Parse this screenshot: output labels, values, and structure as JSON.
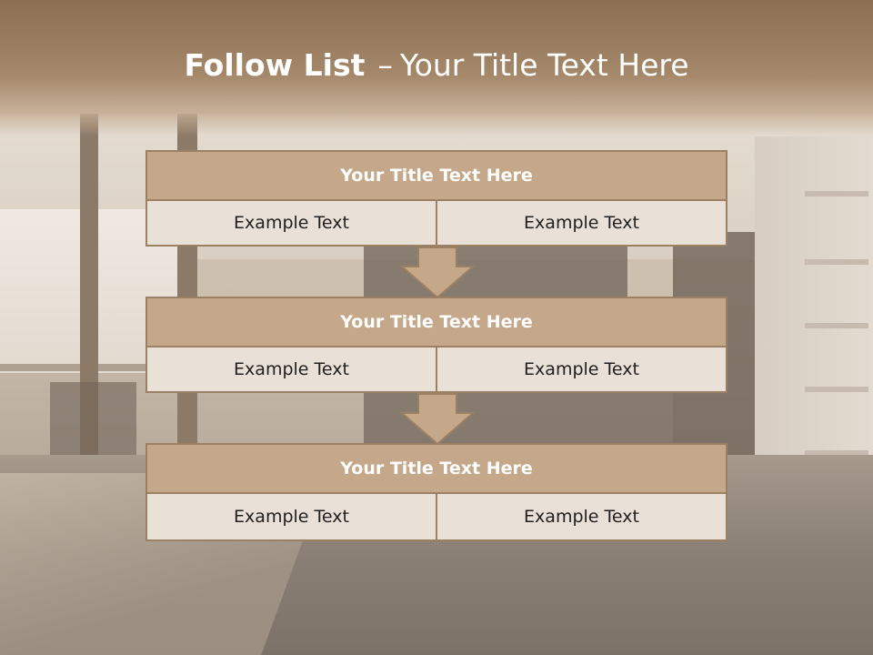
{
  "title": {
    "bold": "Follow List",
    "separator": "–",
    "rest": "Your Title Text Here"
  },
  "blocks": [
    {
      "header": "Your Title Text Here",
      "cells": [
        "Example Text",
        "Example Text"
      ]
    },
    {
      "header": "Your Title Text Here",
      "cells": [
        "Example Text",
        "Example Text"
      ]
    },
    {
      "header": "Your Title Text Here",
      "cells": [
        "Example Text",
        "Example Text"
      ]
    }
  ],
  "colors": {
    "header_fill": "#c5a88a",
    "border": "#9c8064",
    "cell_fill": "#e9e0d7",
    "title_bar": "#8a6f52"
  }
}
